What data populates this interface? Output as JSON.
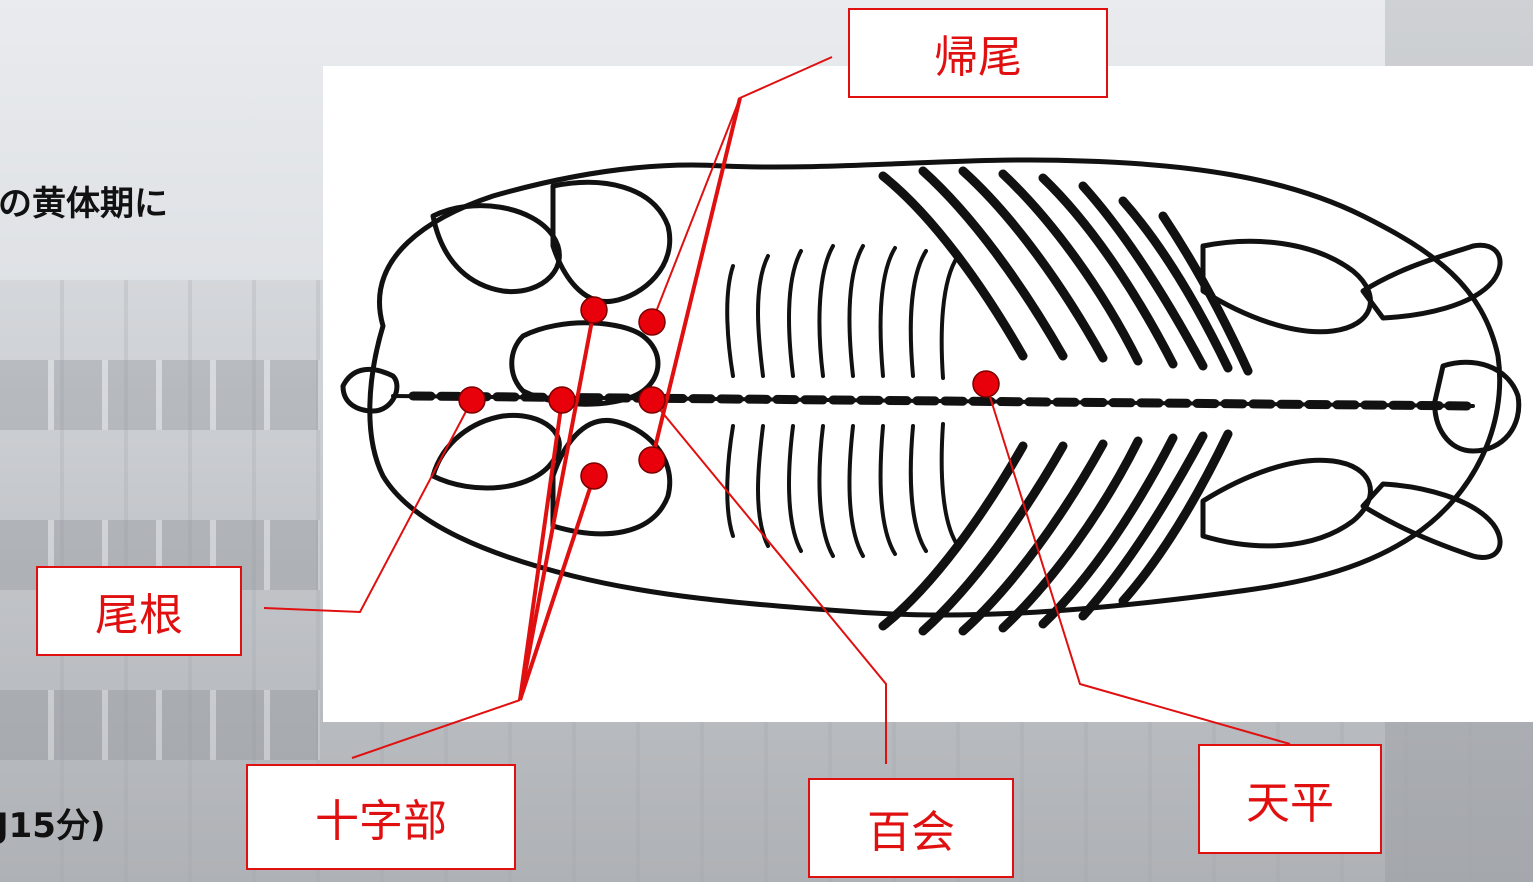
{
  "background_text": {
    "line1": "の黄体期に",
    "line2": "J15分)"
  },
  "labels": {
    "kibi": "帰尾",
    "bikon": "尾根",
    "jujibu": "十字部",
    "hyakue": "百会",
    "tenpei": "天平"
  },
  "colors": {
    "accent": "#e01010",
    "point": "#e8000b",
    "line": "#e01010",
    "sketch": "#111111"
  }
}
